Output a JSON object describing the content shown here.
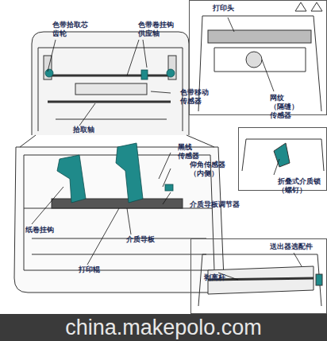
{
  "diagram": {
    "nodes": [
      {
        "text": [
          "打印头",
          "网纹（隔缝） 传感器"
        ]
      },
      {
        "text": [
          "折叠式介质锁 （螺钉）"
        ]
      },
      {
        "text": [
          "送出器选配件",
          "剥离杆"
        ]
      }
    ],
    "labels": [
      "色带拾取芯 齿轮",
      "色带卷挂钩 供应轴",
      "色带移动 传感器",
      "拾取轴",
      "黑线 传感器",
      "仰角传感器 （内侧）",
      "介质导板调节器",
      "纸卷挂钩",
      "介质导板",
      "打印辊",
      "china.makepolo.com"
    ]
  }
}
